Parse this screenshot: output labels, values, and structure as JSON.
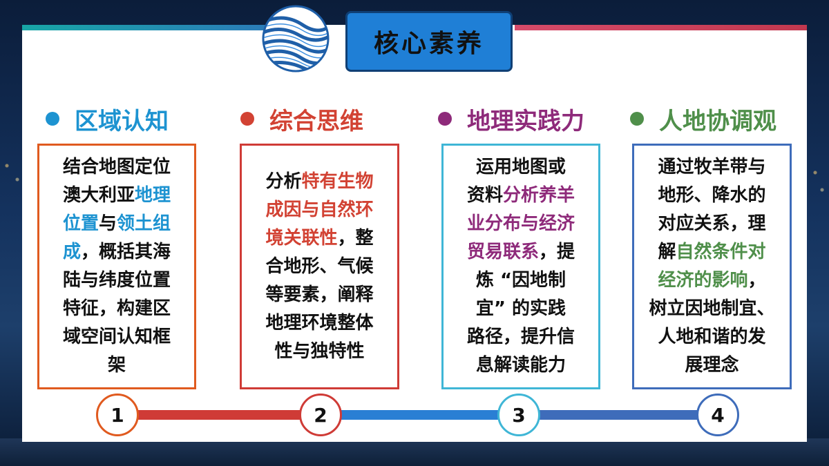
{
  "title": "核心素养",
  "colors": {
    "c1": "#e05a1f",
    "c2": "#cf3b36",
    "c3": "#3fb6d6",
    "c4": "#3e6cba",
    "h1": "#1d93d1",
    "h2": "#d24233",
    "h3": "#8e2a7a",
    "h4": "#4f8f4a"
  },
  "sections": [
    {
      "heading": "区域认知",
      "number": "1",
      "lines": [
        [
          {
            "t": "结合地图定位"
          }
        ],
        [
          {
            "t": "澳大利亚"
          },
          {
            "t": "地理",
            "hl": true
          }
        ],
        [
          {
            "t": "位置",
            "hl": true
          },
          {
            "t": "与"
          },
          {
            "t": "领土组",
            "hl": true
          }
        ],
        [
          {
            "t": "成",
            "hl": true
          },
          {
            "t": "，概括其海"
          }
        ],
        [
          {
            "t": "陆与纬度位置"
          }
        ],
        [
          {
            "t": "特征，构建区"
          }
        ],
        [
          {
            "t": "域空间认知框"
          }
        ],
        [
          {
            "t": "架"
          }
        ]
      ]
    },
    {
      "heading": "综合思维",
      "number": "2",
      "lines": [
        [
          {
            "t": "分析"
          },
          {
            "t": "特有生物",
            "hl": true
          }
        ],
        [
          {
            "t": "成因与自然环",
            "hl": true
          }
        ],
        [
          {
            "t": "境关联性",
            "hl": true
          },
          {
            "t": "，整"
          }
        ],
        [
          {
            "t": "合地形、气候"
          }
        ],
        [
          {
            "t": "等要素，阐释"
          }
        ],
        [
          {
            "t": "地理环境整体"
          }
        ],
        [
          {
            "t": "性与独特性"
          }
        ]
      ]
    },
    {
      "heading": "地理实践力",
      "number": "3",
      "lines": [
        [
          {
            "t": "运用地图或"
          }
        ],
        [
          {
            "t": "资料"
          },
          {
            "t": "分析养羊",
            "hl": true
          }
        ],
        [
          {
            "t": "业分布与经济",
            "hl": true
          }
        ],
        [
          {
            "t": "贸易联系",
            "hl": true
          },
          {
            "t": "，提"
          }
        ],
        [
          {
            "t": "炼 “因地制"
          }
        ],
        [
          {
            "t": "宜” 的实践"
          }
        ],
        [
          {
            "t": "路径，提升信"
          }
        ],
        [
          {
            "t": "息解读能力"
          }
        ]
      ]
    },
    {
      "heading": "人地协调观",
      "number": "4",
      "lines": [
        [
          {
            "t": "通过牧羊带与"
          }
        ],
        [
          {
            "t": "地形、降水的"
          }
        ],
        [
          {
            "t": "对应关系，理"
          }
        ],
        [
          {
            "t": "解"
          },
          {
            "t": "自然条件对",
            "hl": true
          }
        ],
        [
          {
            "t": "经济的影响",
            "hl": true
          },
          {
            "t": "，"
          }
        ],
        [
          {
            "t": "树立因地制宜、"
          }
        ],
        [
          {
            "t": "人地和谐的发"
          }
        ],
        [
          {
            "t": "展理念"
          }
        ]
      ]
    }
  ]
}
